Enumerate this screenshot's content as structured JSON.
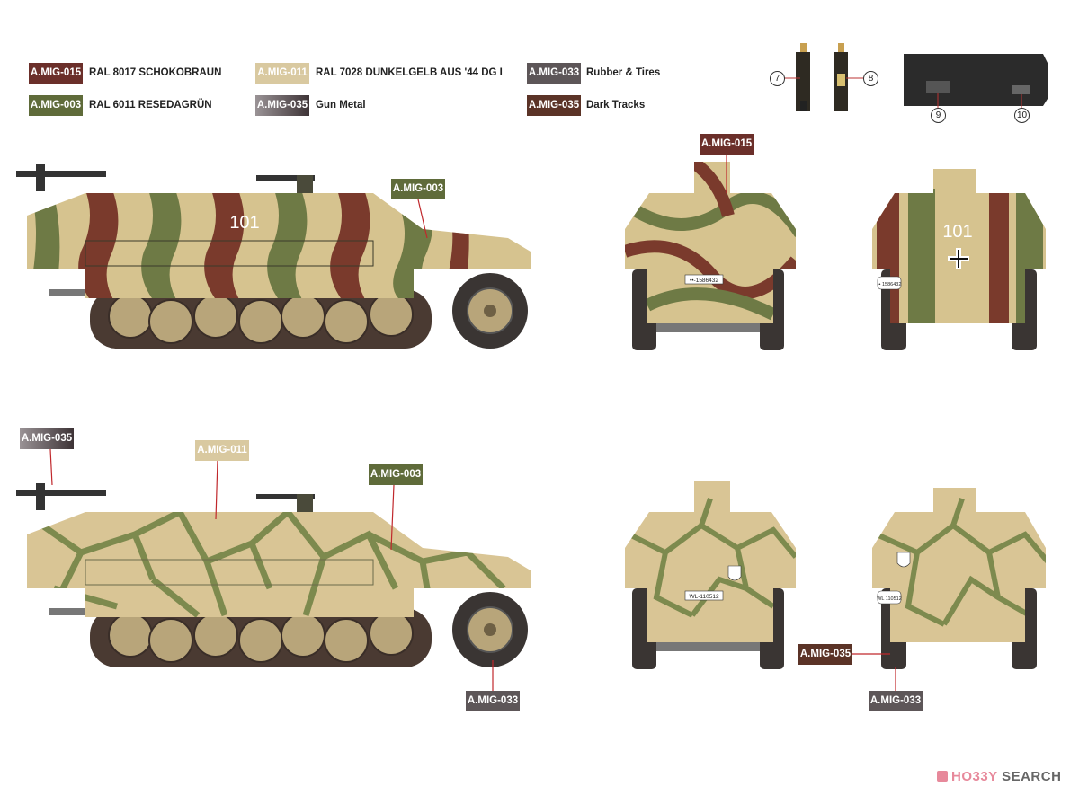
{
  "legend": [
    {
      "code": "A.MIG-015",
      "name": "RAL 8017 SCHOKOBRAUN",
      "color": "#6b2f2a"
    },
    {
      "code": "A.MIG-003",
      "name": "RAL 6011 RESEDAGRÜN",
      "color": "#5f6b3a"
    },
    {
      "code": "A.MIG-011",
      "name": "RAL 7028 DUNKELGELB AUS '44 DG I",
      "color": "#d9c9a0"
    },
    {
      "code": "A.MIG-035",
      "name": "Gun Metal",
      "color": "#5a4f55"
    },
    {
      "code": "A.MIG-033",
      "name": "Rubber & Tires",
      "color": "#5d5658"
    },
    {
      "code": "A.MIG-035",
      "name": "Dark Tracks",
      "color": "#5b3327"
    }
  ],
  "callouts": [
    {
      "code": "A.MIG-015",
      "color": "#6b2f2a"
    },
    {
      "code": "A.MIG-003",
      "color": "#5f6b3a"
    },
    {
      "code": "A.MIG-035",
      "color": "#5a4f55"
    },
    {
      "code": "A.MIG-011",
      "color": "#d9c9a0"
    },
    {
      "code": "A.MIG-003",
      "color": "#5f6b3a"
    },
    {
      "code": "A.MIG-033",
      "color": "#5d5658"
    },
    {
      "code": "A.MIG-035",
      "color": "#5b3327"
    },
    {
      "code": "A.MIG-033",
      "color": "#5d5658"
    }
  ],
  "part_numbers": [
    "7",
    "8",
    "9",
    "10"
  ],
  "markings": {
    "vehicle_number": "101",
    "plate_top_front": "••-1586432",
    "plate_top_rear": "•• 1586432",
    "plate_bottom_front": "WL-110512",
    "plate_bottom_rear": "WL 110512"
  },
  "colors": {
    "base_sand": "#d6c38f",
    "green": "#6e7a45",
    "brown": "#7a3a2c",
    "track": "#4a3a32",
    "tire": "#3a3533"
  },
  "watermark": {
    "brand_a": "HO33Y",
    "brand_b": " SEARCH"
  }
}
